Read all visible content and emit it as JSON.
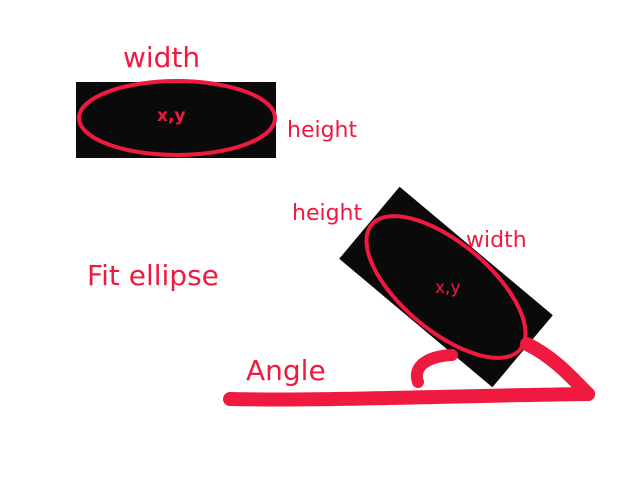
{
  "labels": {
    "width_top": "width",
    "height_top": "height",
    "center_top": "x,y",
    "title": "Fit ellipse",
    "height_rotated": "height",
    "width_rotated": "width",
    "center_rotated": "x,y",
    "angle": "Angle"
  },
  "colors": {
    "accent": "#f0193f",
    "box": "#0a0a0a",
    "background": "#ffffff"
  }
}
